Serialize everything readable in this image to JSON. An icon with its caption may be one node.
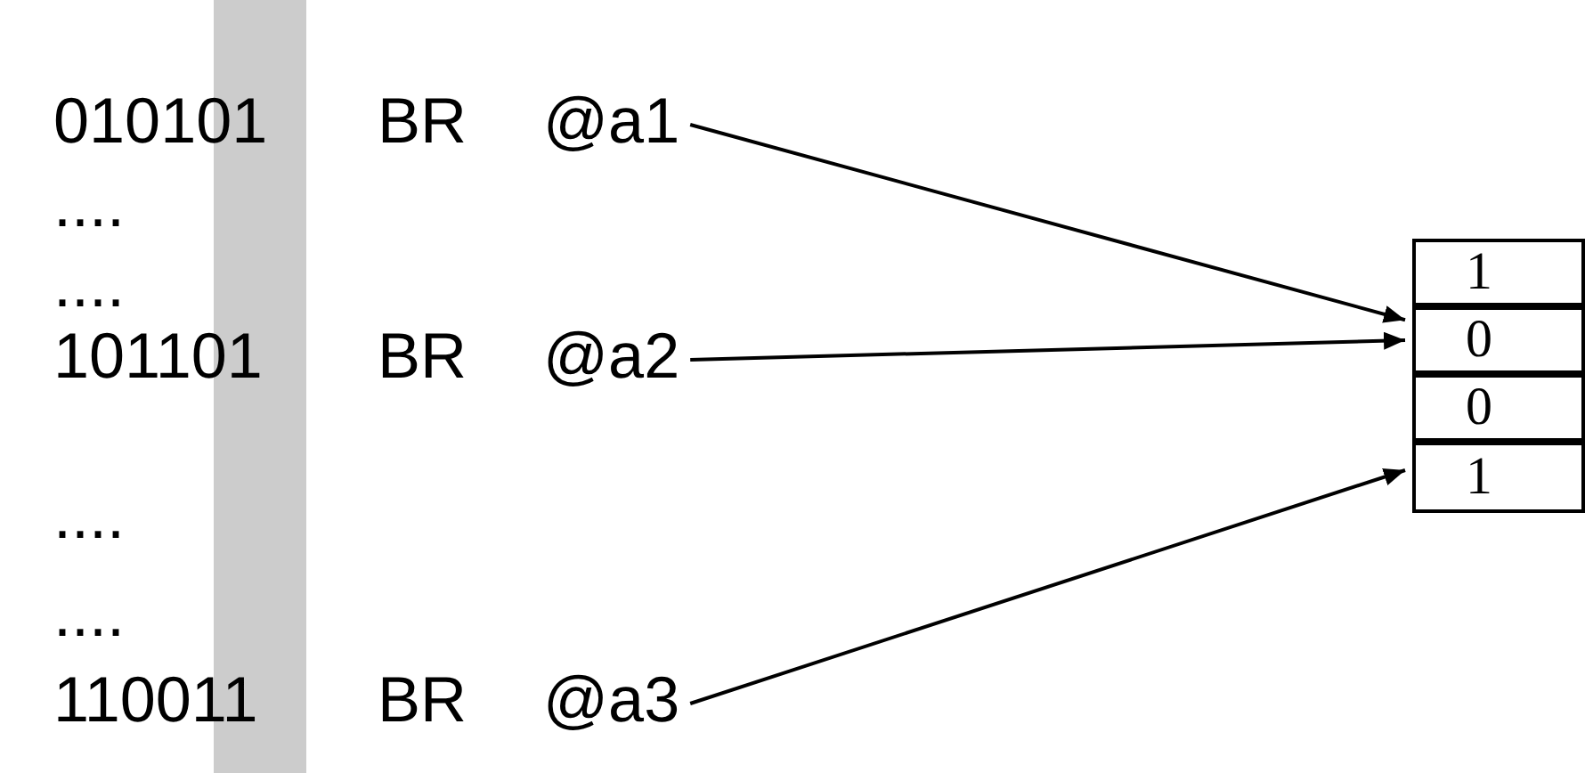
{
  "diagram": {
    "nodes": [
      {
        "text": [
          "@a1"
        ]
      },
      {
        "text": [
          "@a2"
        ]
      },
      {
        "text": [
          "@a3"
        ]
      },
      {
        "text": [
          "1"
        ]
      },
      {
        "text": [
          "0"
        ]
      },
      {
        "text": [
          "0"
        ]
      },
      {
        "text": [
          "1"
        ]
      }
    ],
    "edges": [
      {
        "from": 0,
        "to": 4,
        "arrow": "to"
      },
      {
        "from": 1,
        "to": 4,
        "arrow": "to"
      },
      {
        "from": 2,
        "to": 6,
        "arrow": "to"
      }
    ],
    "labels": [
      "010101",
      "BR",
      "....",
      "....",
      "101101",
      "BR",
      "....",
      "....",
      "110011",
      "BR"
    ]
  }
}
